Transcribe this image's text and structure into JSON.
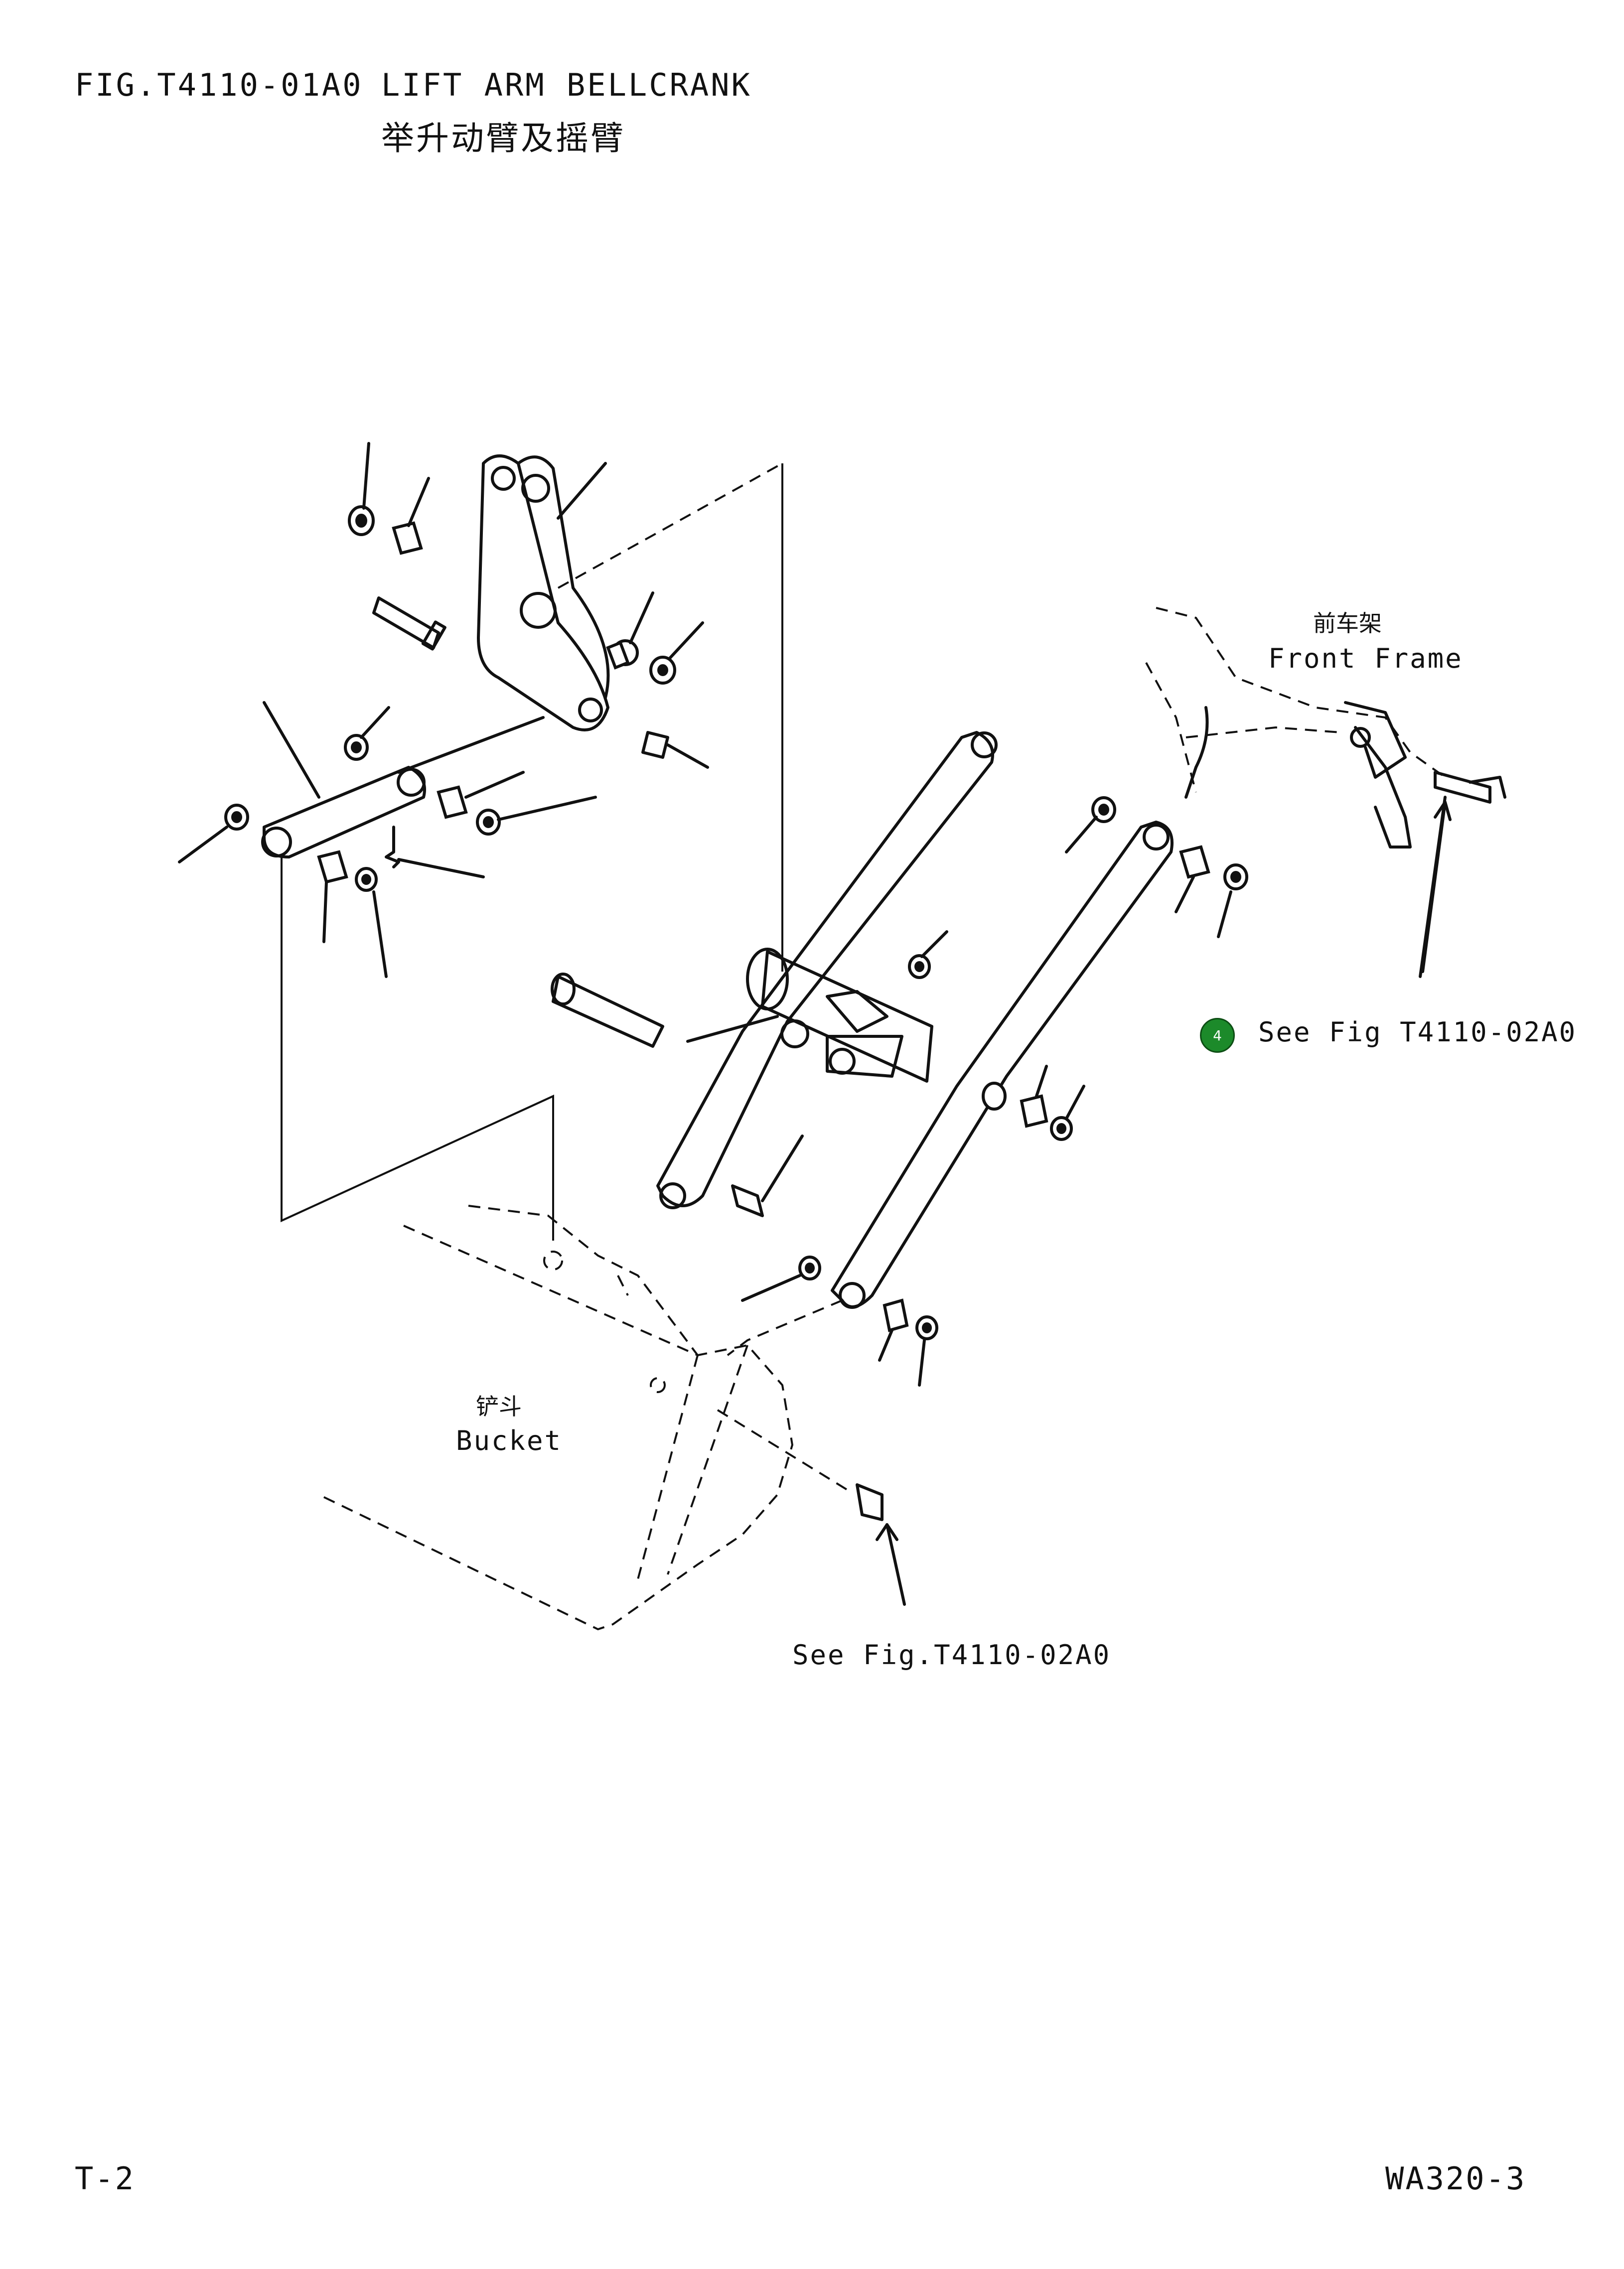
{
  "header": {
    "fig_number": "FIG.T4110-01A0",
    "title_en": "LIFT ARM BELLCRANK",
    "title_cn": "举升动臂及摇臂"
  },
  "labels": {
    "front_frame_cn": "前车架",
    "front_frame_en": "Front Frame",
    "bucket_cn": "铲斗",
    "bucket_en": "Bucket",
    "ref_upper": "See Fig T4110-02A0",
    "ref_lower": "See Fig.T4110-02A0",
    "callout_number": "4"
  },
  "footer": {
    "page": "T-2",
    "model": "WA320-3"
  },
  "colors": {
    "line": "#111111",
    "callout_fill": "#1c8a2a"
  }
}
